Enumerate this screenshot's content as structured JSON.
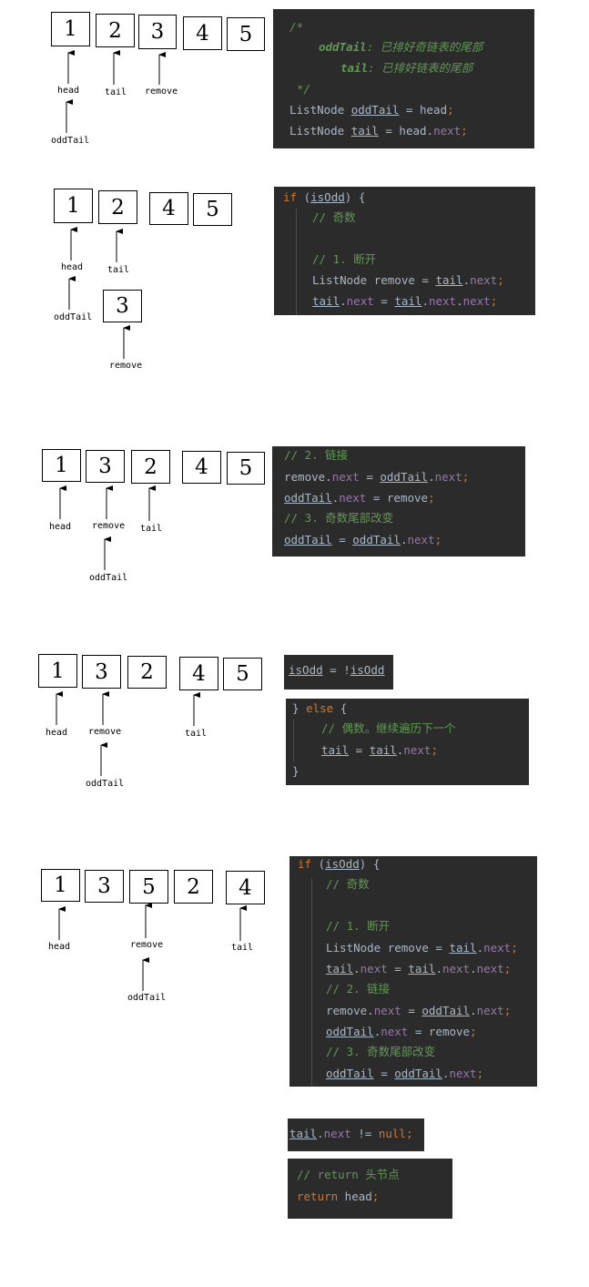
{
  "diagrams": [
    {
      "boxes": [
        "1",
        "2",
        "3",
        "4",
        "5"
      ],
      "labels": [
        "head",
        "tail",
        "remove",
        "oddTail"
      ]
    },
    {
      "boxes": [
        "1",
        "2",
        "4",
        "5",
        "3"
      ],
      "labels": [
        "head",
        "tail",
        "oddTail",
        "remove"
      ]
    },
    {
      "boxes": [
        "1",
        "3",
        "2",
        "4",
        "5"
      ],
      "labels": [
        "head",
        "remove",
        "tail",
        "oddTail"
      ]
    },
    {
      "boxes": [
        "1",
        "3",
        "2",
        "4",
        "5"
      ],
      "labels": [
        "head",
        "remove",
        "tail",
        "oddTail"
      ]
    },
    {
      "boxes": [
        "1",
        "3",
        "5",
        "2",
        "4"
      ],
      "labels": [
        "head",
        "remove",
        "tail",
        "oddTail"
      ]
    }
  ],
  "code": {
    "block1": {
      "l1": "/*",
      "l2a": "oddTail",
      "l2b": ": 已排好奇链表的尾部",
      "l3a": "tail",
      "l3b": ": 已排好链表的尾部",
      "l4": "*/",
      "l5a": "ListNode ",
      "l5b": "oddTail",
      "l5c": " = head",
      "l5d": ";",
      "l6a": "ListNode ",
      "l6b": "tail",
      "l6c": " = head.",
      "l6d": "next",
      "l6e": ";"
    },
    "block2": {
      "l1a": "if",
      "l1b": " (",
      "l1c": "isOdd",
      "l1d": ") {",
      "l2": "// 奇数",
      "l3": "// 1. 断开",
      "l4a": "ListNode remove = ",
      "l4b": "tail",
      "l4c": ".",
      "l4d": "next",
      "l4e": ";",
      "l5a": "tail",
      "l5b": ".",
      "l5c": "next",
      "l5d": " = ",
      "l5e": "tail",
      "l5f": ".",
      "l5g": "next",
      "l5h": ".",
      "l5i": "next",
      "l5j": ";"
    },
    "block3": {
      "l1": "// 2. 链接",
      "l2a": "remove.",
      "l2b": "next",
      "l2c": " = ",
      "l2d": "oddTail",
      "l2e": ".",
      "l2f": "next",
      "l2g": ";",
      "l3a": "oddTail",
      "l3b": ".",
      "l3c": "next",
      "l3d": " = remove",
      "l3e": ";",
      "l4": "// 3. 奇数尾部改变",
      "l5a": "oddTail",
      "l5b": " = ",
      "l5c": "oddTail",
      "l5d": ".",
      "l5e": "next",
      "l5f": ";"
    },
    "block4": {
      "a": "isOdd",
      "b": " = !",
      "c": "isOdd"
    },
    "block5": {
      "l1a": "} ",
      "l1b": "else",
      "l1c": " {",
      "l2": "// 偶数。继续遍历下一个",
      "l3a": "tail",
      "l3b": " = ",
      "l3c": "tail",
      "l3d": ".",
      "l3e": "next",
      "l3f": ";",
      "l4": "}"
    },
    "block6": {
      "l1a": "if",
      "l1b": " (",
      "l1c": "isOdd",
      "l1d": ") {",
      "l2": "// 奇数",
      "l3": "// 1. 断开",
      "l4a": "ListNode remove = ",
      "l4b": "tail",
      "l4c": ".",
      "l4d": "next",
      "l4e": ";",
      "l5a": "tail",
      "l5b": ".",
      "l5c": "next",
      "l5d": " = ",
      "l5e": "tail",
      "l5f": ".",
      "l5g": "next",
      "l5h": ".",
      "l5i": "next",
      "l5j": ";",
      "l6": "// 2. 链接",
      "l7a": "remove.",
      "l7b": "next",
      "l7c": " = ",
      "l7d": "oddTail",
      "l7e": ".",
      "l7f": "next",
      "l7g": ";",
      "l8a": "oddTail",
      "l8b": ".",
      "l8c": "next",
      "l8d": " = remove",
      "l8e": ";",
      "l9": "// 3. 奇数尾部改变",
      "l10a": "oddTail",
      "l10b": " = ",
      "l10c": "oddTail",
      "l10d": ".",
      "l10e": "next",
      "l10f": ";"
    },
    "block7": {
      "a": "tail",
      "b": ".",
      "c": "next",
      "d": " != ",
      "e": "null",
      "f": ";"
    },
    "block8": {
      "l1": "// return 头节点",
      "l2a": "return",
      "l2b": " head",
      "l2c": ";"
    }
  },
  "colors": {
    "code_background": "#2b2b2b",
    "keyword": "#cc7832",
    "comment": "#629755",
    "field": "#9876aa",
    "text": "#a9b7c6"
  }
}
